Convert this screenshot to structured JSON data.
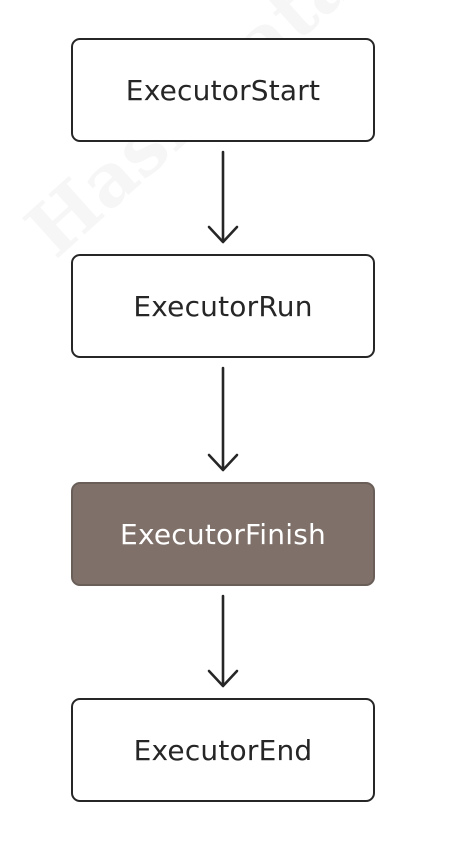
{
  "watermark": "HashData",
  "nodes": [
    {
      "id": "start",
      "label": "ExecutorStart",
      "highlighted": false
    },
    {
      "id": "run",
      "label": "ExecutorRun",
      "highlighted": false
    },
    {
      "id": "finish",
      "label": "ExecutorFinish",
      "highlighted": true
    },
    {
      "id": "end",
      "label": "ExecutorEnd",
      "highlighted": false
    }
  ],
  "edges": [
    {
      "from": "start",
      "to": "run"
    },
    {
      "from": "run",
      "to": "finish"
    },
    {
      "from": "finish",
      "to": "end"
    }
  ],
  "colors": {
    "border": "#262626",
    "highlight_fill": "#7f716a",
    "highlight_text": "#ffffff",
    "text": "#262626"
  }
}
